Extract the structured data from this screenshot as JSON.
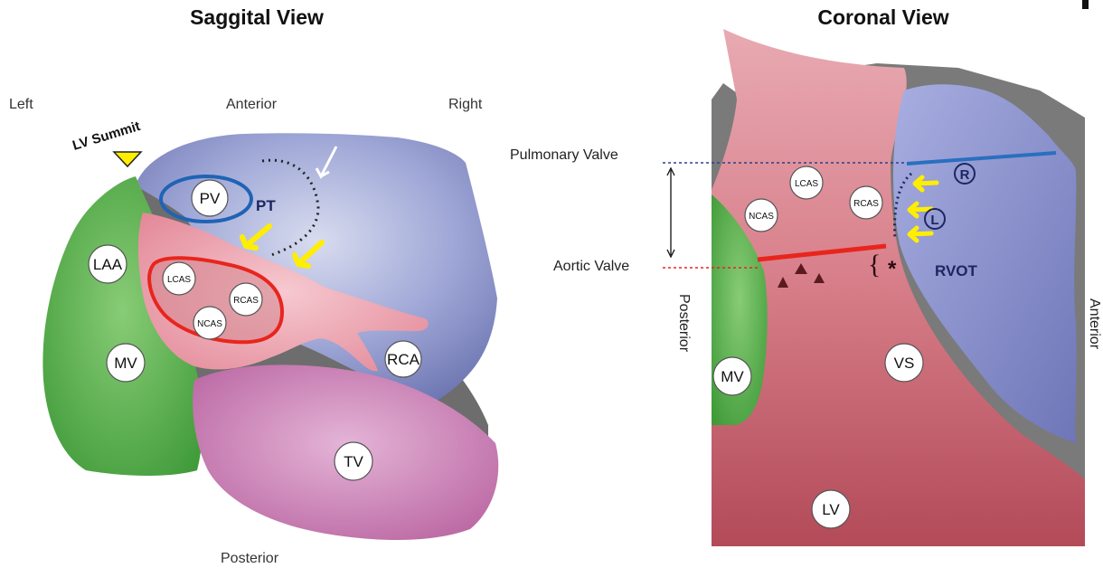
{
  "sagittal": {
    "title": "Saggital View",
    "orient_left": "Left",
    "orient_anterior": "Anterior",
    "orient_right": "Right",
    "orient_posterior": "Posterior",
    "lv_summit": "LV Summit",
    "labels": {
      "pv": "PV",
      "pt": "PT",
      "laa": "LAA",
      "lcas": "LCAS",
      "rcas": "RCAS",
      "ncas": "NCAS",
      "mv": "MV",
      "rca": "RCA",
      "tv": "TV"
    }
  },
  "coronal": {
    "title": "Coronal View",
    "pulmonary_valve": "Pulmonary Valve",
    "aortic_valve": "Aortic Valve",
    "posterior": "Posterior",
    "anterior": "Anterior",
    "labels": {
      "lcas": "LCAS",
      "rcas": "RCAS",
      "ncas": "NCAS",
      "r": "R",
      "l": "L",
      "rvot": "RVOT",
      "star": "*",
      "brace": "{",
      "mv": "MV",
      "vs": "VS",
      "lv": "LV"
    }
  },
  "colors": {
    "blue_region": "#8e98cc",
    "green_region": "#5fb24e",
    "pink_region": "#e9a2ae",
    "red_region": "#c95b67",
    "magenta_region": "#c786b8",
    "red_line": "#e8251d",
    "blue_line": "#2a6fbf",
    "arrow_yellow": "#ffee00"
  }
}
